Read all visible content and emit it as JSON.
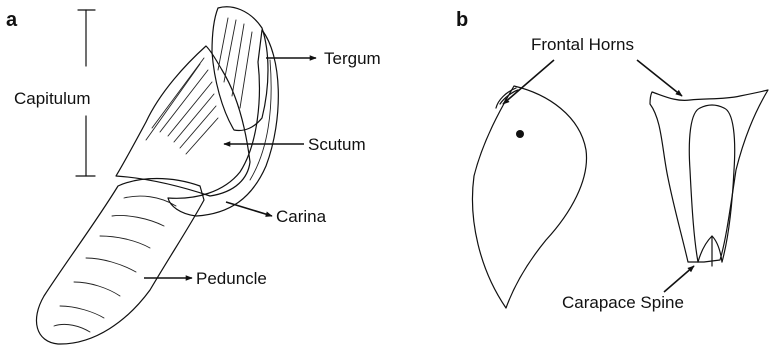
{
  "panels": {
    "a": {
      "letter": "a",
      "labels": {
        "capitulum": "Capitulum",
        "tergum": "Tergum",
        "scutum": "Scutum",
        "carina": "Carina",
        "peduncle": "Peduncle"
      }
    },
    "b": {
      "letter": "b",
      "labels": {
        "frontal_horns": "Frontal Horns",
        "carapace_spine": "Carapace Spine"
      }
    }
  },
  "colors": {
    "ink": "#111111",
    "background": "#ffffff"
  }
}
